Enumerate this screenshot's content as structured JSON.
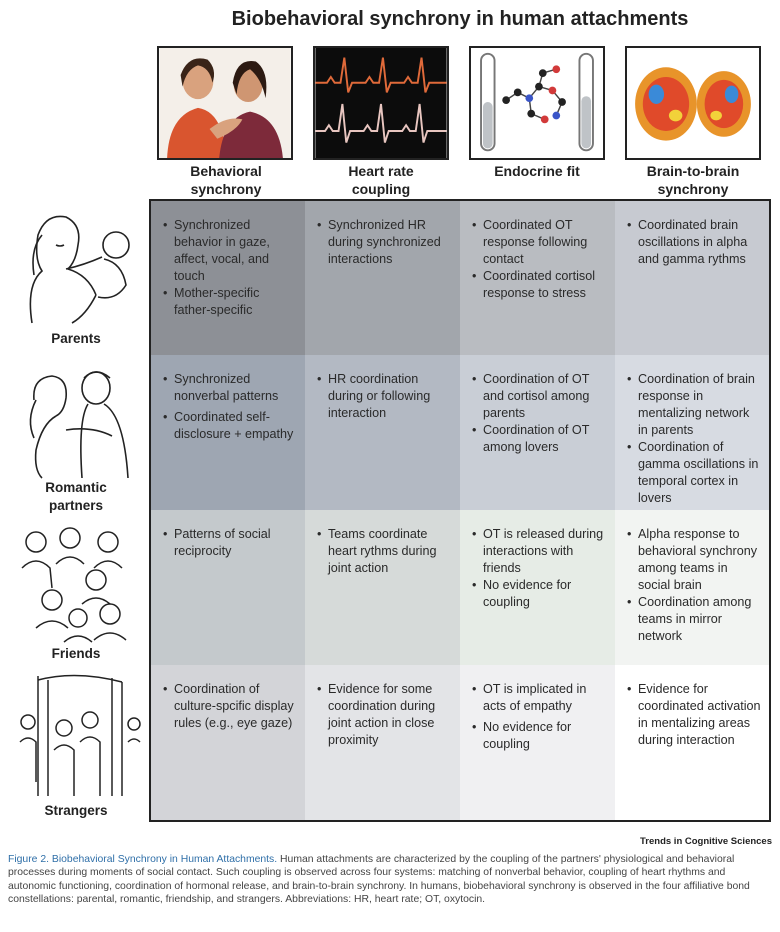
{
  "title": "Biobehavioral synchrony in human attachments",
  "columns": [
    {
      "label_lines": [
        "Behavioral",
        "synchrony"
      ],
      "icon": "mother-daughter-illustration"
    },
    {
      "label_lines": [
        "Heart rate",
        "coupling"
      ],
      "icon": "heart-rate-trace-illustration"
    },
    {
      "label_lines": [
        "Endocrine fit",
        ""
      ],
      "icon": "hormone-tubes-illustration"
    },
    {
      "label_lines": [
        "Brain-to-brain",
        "synchrony"
      ],
      "icon": "brain-maps-illustration"
    }
  ],
  "rows": [
    {
      "label_lines": [
        "Parents",
        ""
      ],
      "icon": "parent-baby-illustration",
      "cells": [
        [
          "Synchronized behavior in gaze, affect, vocal, and touch",
          "Mother-specific father-specific"
        ],
        [
          "Synchronized HR during synchronized interactions"
        ],
        [
          "Coordinated OT response following contact",
          "Coordinated cortisol response to stress"
        ],
        [
          "Coordinated brain oscillations in alpha and gamma rythms"
        ]
      ]
    },
    {
      "label_lines": [
        "Romantic",
        "partners"
      ],
      "icon": "couple-illustration",
      "cells": [
        [
          "Synchronized nonverbal patterns",
          "Coordinated self-disclosure + empathy"
        ],
        [
          "HR coordination during or following interaction"
        ],
        [
          "Coordination of OT and cortisol among parents",
          "Coordination of OT among lovers"
        ],
        [
          "Coordination of brain response in mentalizing network in parents",
          "Coordination of gamma oscillations in temporal cortex in lovers"
        ]
      ]
    },
    {
      "label_lines": [
        "Friends",
        ""
      ],
      "icon": "friends-group-illustration",
      "cells": [
        [
          "Patterns of social reciprocity"
        ],
        [
          "Teams coordinate heart rythms during joint action"
        ],
        [
          "OT is released during interactions with friends",
          "No evidence for coupling"
        ],
        [
          "Alpha response to behavioral synchrony among teams in social brain",
          "Coordination among teams in mirror network"
        ]
      ]
    },
    {
      "label_lines": [
        "Strangers",
        ""
      ],
      "icon": "strangers-crowd-illustration",
      "cells": [
        [
          "Coordination of culture-spcific display rules (e.g., eye gaze)"
        ],
        [
          "Evidence for some coordination during joint action in close proximity"
        ],
        [
          "OT is implicated in acts of empathy",
          "No evidence for coupling"
        ],
        [
          "Evidence for coordinated activation in mentalizing areas during interaction"
        ]
      ]
    }
  ],
  "colors": {
    "row1": [
      "#8d9096",
      "#a2a6ac",
      "#b9bcc1",
      "#c7cad1"
    ],
    "row2": [
      "#9ea6b2",
      "#b3b9c3",
      "#c9ced6",
      "#d7dbe2"
    ],
    "row3": [
      "#c4c9cc",
      "#d6dad9",
      "#e6ece6",
      "#f2f4f2"
    ],
    "row4": [
      "#d3d4d8",
      "#e3e4e7",
      "#f0f0f2",
      "#ffffff"
    ],
    "caption_title": "#2f6fa8"
  },
  "source": "Trends in Cognitive Sciences",
  "caption": {
    "title": "Figure 2. Biobehavioral Synchrony in Human Attachments.",
    "body": " Human attachments are characterized by the coupling of the partners' physiological and behavioral processes during moments of social contact. Such coupling is observed across four systems: matching of nonverbal behavior, coupling of heart rhythms and autonomic functioning, coordination of hormonal release, and brain-to-brain synchrony. In humans, biobehavioral synchrony is observed in the four affiliative bond constellations: parental, romantic, friendship, and strangers. Abbreviations: HR, heart rate; OT, oxytocin."
  }
}
